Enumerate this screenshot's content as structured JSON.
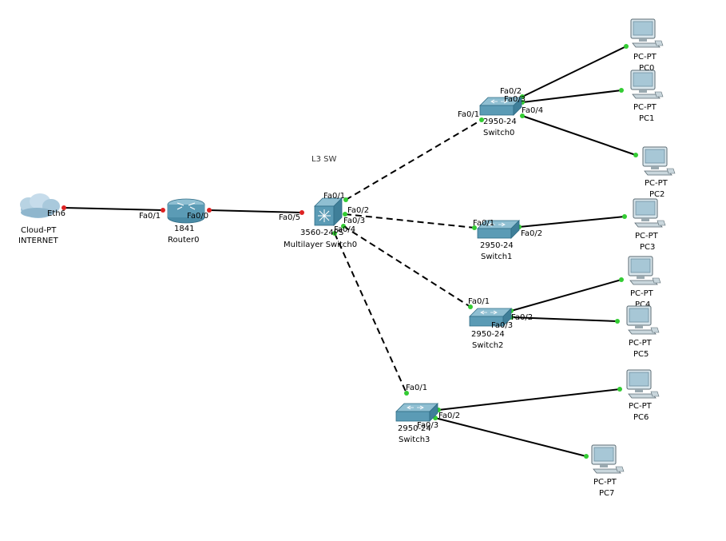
{
  "annotation": "L3 SW",
  "colors": {
    "link_up": "#33cc33",
    "link_down": "#dd2222",
    "cable": "#000000",
    "device_body": "#5b9bb5",
    "device_dark": "#3f7f99",
    "monitor": "#a7c7d6"
  },
  "devices": {
    "cloud": {
      "icon": "cloud-icon",
      "model": "Cloud-PT",
      "name": "INTERNET"
    },
    "router": {
      "icon": "router-icon",
      "model": "1841",
      "name": "Router0"
    },
    "mls": {
      "icon": "multilayer-switch-icon",
      "model": "3560-24PS",
      "name": "Multilayer Switch0"
    },
    "switch0": {
      "icon": "switch-icon",
      "model": "2950-24",
      "name": "Switch0"
    },
    "switch1": {
      "icon": "switch-icon",
      "model": "2950-24",
      "name": "Switch1"
    },
    "switch2": {
      "icon": "switch-icon",
      "model": "2950-24",
      "name": "Switch2"
    },
    "switch3": {
      "icon": "switch-icon",
      "model": "2950-24",
      "name": "Switch3"
    },
    "pcs": [
      {
        "icon": "pc-icon",
        "model": "PC-PT",
        "name": "PC0"
      },
      {
        "icon": "pc-icon",
        "model": "PC-PT",
        "name": "PC1"
      },
      {
        "icon": "pc-icon",
        "model": "PC-PT",
        "name": "PC2"
      },
      {
        "icon": "pc-icon",
        "model": "PC-PT",
        "name": "PC3"
      },
      {
        "icon": "pc-icon",
        "model": "PC-PT",
        "name": "PC4"
      },
      {
        "icon": "pc-icon",
        "model": "PC-PT",
        "name": "PC5"
      },
      {
        "icon": "pc-icon",
        "model": "PC-PT",
        "name": "PC6"
      },
      {
        "icon": "pc-icon",
        "model": "PC-PT",
        "name": "PC7"
      }
    ]
  },
  "ports": {
    "cloud_eth6": "Eth6",
    "router_fa01": "Fa0/1",
    "router_fa00": "Fa0/0",
    "mls_fa05": "Fa0/5",
    "mls_fa01": "Fa0/1",
    "mls_fa02": "Fa0/2",
    "mls_fa03": "Fa0/3",
    "mls_fa04": "Fa0/4",
    "sw0_fa01": "Fa0/1",
    "sw0_fa02": "Fa0/2",
    "sw0_fa03": "Fa0/3",
    "sw0_fa04": "Fa0/4",
    "sw1_fa01": "Fa0/1",
    "sw1_fa02": "Fa0/2",
    "sw2_fa01": "Fa0/1",
    "sw2_fa02": "Fa0/2",
    "sw2_fa03": "Fa0/3",
    "sw3_fa01": "Fa0/1",
    "sw3_fa02": "Fa0/2",
    "sw3_fa03": "Fa0/3"
  }
}
